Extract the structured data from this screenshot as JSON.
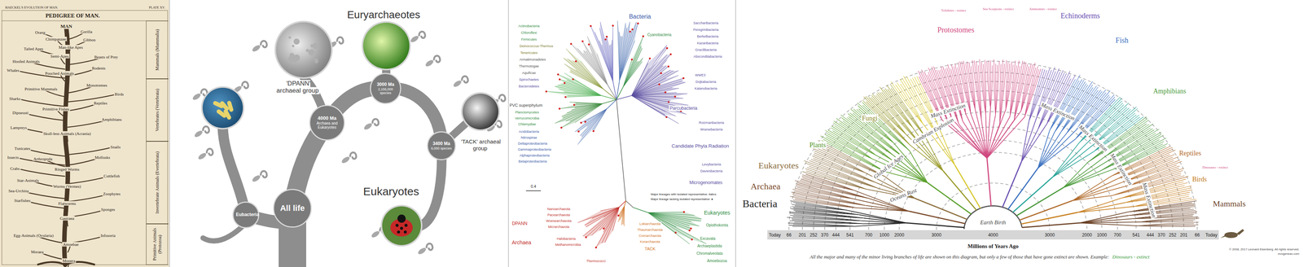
{
  "diagram": {
    "caption": "All the major and many of the minor living branches of life are shown on this diagram, but only a few of those that have gone extinct are shown. Example:",
    "nodes": [
      {
        "text": [
          "Mammals (Mammalia)"
        ]
      },
      {
        "text": [
          "Vertebrates (Vertebrata)"
        ]
      },
      {
        "text": [
          "Invertebrate Animals (Evertebrata)"
        ]
      },
      {
        "text": [
          "Primitive Animals (Protozoa)"
        ]
      },
      {
        "text": [
          "All life"
        ]
      },
      {
        "text": [
          "Eubacteria"
        ]
      },
      {
        "text": [
          "4000 Ma",
          "Archaea and Eukaryotes"
        ]
      },
      {
        "text": [
          "3000 Ma",
          "2,156,000 species"
        ]
      },
      {
        "text": [
          "3400 Ma",
          "6,000 species"
        ]
      }
    ],
    "labels": [
      "HAECKEL'S EVOLUTION OF MAN.",
      "PLATE XV.",
      "PEDIGREE OF MAN.",
      "MAN",
      "Gorilla",
      "Orang",
      "Chimpanzee",
      "Gibbon",
      "Man-like Apes",
      "Tailed Apes",
      "Semi-Apes",
      "Beasts of Prey",
      "Hoofed Animals",
      "Whales",
      "Rodents",
      "Pouched Animals",
      "Monotremes",
      "Primitive Mammals",
      "Birds",
      "Reptiles",
      "Sharks",
      "Dipneusti",
      "Primitive Fishes",
      "Amphibians",
      "Lampreys",
      "Skull-less Animals (Acrania)",
      "Tunicates",
      "Snails",
      "Insects",
      "Arthropoda",
      "Mollusks",
      "Crabs",
      "Ringed Worms",
      "Star-Animals",
      "Worms (Vermes)",
      "Sea-Urchins",
      "Cuttlefish",
      "Starfishes",
      "Zoophytes",
      "Flatworms",
      "Sponges",
      "Gastraea",
      "Egg-Animals (Ovularia)",
      "Infusoria",
      "Amoebae",
      "Moraea",
      "Monera",
      "Euryarchaeotes",
      "'DPANN' archaeal group",
      "'TACK' archaeal group",
      "Eukaryotes",
      "Bacteria",
      "Cyanobacteria",
      "Actinobacteria",
      "Chloroflexi",
      "Firmicutes",
      "Deinococcus-Thermus",
      "Tenericutes",
      "Armatimonadetes",
      "Thermotogae",
      "Aquificae",
      "Spirochaetes",
      "Bacteroidetes",
      "PVC superphylum",
      "Planctomycetes",
      "Verrucomicrobia",
      "Chlamydiae",
      "Acidobacteria",
      "Nitrospirae",
      "Deltaproteobacteria",
      "Gammaproteobacteria",
      "Alphaproteobacteria",
      "Betaproteobacteria",
      "0.4",
      "Saccharibacteria",
      "Peregrinibacteria",
      "Berkelbacteria",
      "Kazanbacteria",
      "Gracilibacteria",
      "Absconditabacteria",
      "WWE3",
      "Dojkabacteria",
      "Katanobacteria",
      "Parcubacteria",
      "Roizmanbacteria",
      "Woesebacteria",
      "Candidate Phyla Radiation",
      "Levybacteria",
      "Daviesbacteria",
      "Microgenomates",
      "Major lineages with isolated representative: italics",
      "Major lineage lacking isolated representative: ●",
      "Archaea",
      "DPANN",
      "Nanoarchaeota",
      "Pacearchaeota",
      "Woesearchaeota",
      "Micrarchaeota",
      "Halobacteria",
      "Methanomicrobia",
      "Thermococci",
      "Lokiarchaeota",
      "Thaumarchaeota",
      "Crenarchaeota",
      "Korarchaeota",
      "TACK",
      "Eukaryotes",
      "Opisthokonta",
      "Excavata",
      "Archaeplastida",
      "Chromalveolata",
      "Amoebozoa",
      "Bacteria",
      "Archaea",
      "Eukaryotes",
      "Plants",
      "Fungi",
      "Protostomes",
      "Echinoderms",
      "Fish",
      "Amphibians",
      "Reptiles",
      "Birds",
      "Mammals",
      "Trilobites - extinct",
      "Sea Scorpions - extinct",
      "Ammonites - extinct",
      "Dinosaurs - extinct",
      "Earth Birth",
      "Oceans Rust",
      "Global Ice Ages",
      "Cambrian Explosion",
      "Mass Extinction",
      "Mass Extinction",
      "Mass Extinction",
      "Mass Extinction",
      "Mass Extinction",
      "Today",
      "66",
      "201",
      "252",
      "370",
      "444",
      "541",
      "700",
      "1000",
      "2000",
      "3000",
      "4000",
      "3000",
      "2000",
      "1000",
      "700",
      "541",
      "444",
      "370",
      "252",
      "201",
      "66",
      "Today",
      "Millions of Years Ago",
      "Dinosaurs - extinct",
      "© 2008, 2017 Leonard Eisenberg. All rights reserved.",
      "evogeneao.com"
    ]
  }
}
